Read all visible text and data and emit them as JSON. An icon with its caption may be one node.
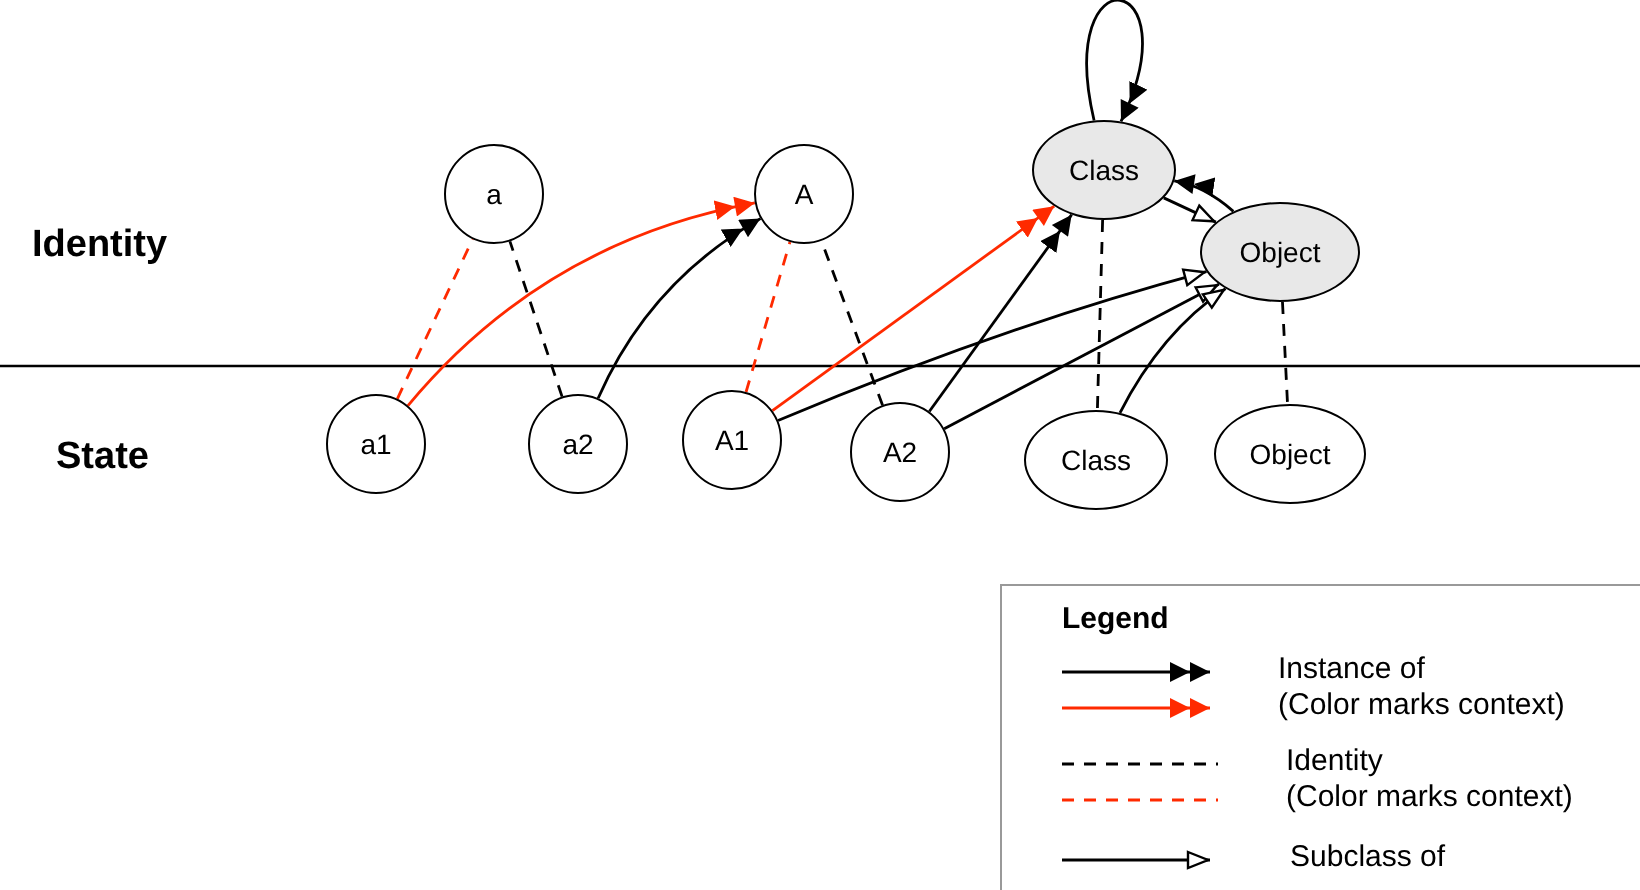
{
  "diagram": {
    "nodes": [
      {
        "text": [
          "a"
        ]
      },
      {
        "text": [
          "A"
        ]
      },
      {
        "text": [
          "Class"
        ]
      },
      {
        "text": [
          "Object"
        ]
      },
      {
        "text": [
          "a1"
        ]
      },
      {
        "text": [
          "a2"
        ]
      },
      {
        "text": [
          "A1"
        ]
      },
      {
        "text": [
          "A2"
        ]
      },
      {
        "text": [
          "Class"
        ]
      },
      {
        "text": [
          "Object"
        ]
      }
    ],
    "edges": [
      {
        "from": 4,
        "to": 0,
        "arrow": "none",
        "style": "dashed",
        "color": "#ff2a00"
      },
      {
        "from": 5,
        "to": 0,
        "arrow": "none",
        "style": "dashed"
      },
      {
        "from": 4,
        "to": 1,
        "arrow": "to",
        "color": "#ff2a00"
      },
      {
        "from": 5,
        "to": 1,
        "arrow": "to"
      },
      {
        "from": 6,
        "to": 1,
        "arrow": "none",
        "style": "dashed",
        "color": "#ff2a00"
      },
      {
        "from": 7,
        "to": 1,
        "arrow": "none",
        "style": "dashed"
      },
      {
        "from": 6,
        "to": 2,
        "arrow": "to",
        "color": "#ff2a00"
      },
      {
        "from": 6,
        "to": 3,
        "arrow": "to"
      },
      {
        "from": 7,
        "to": 2,
        "arrow": "to"
      },
      {
        "from": 7,
        "to": 3,
        "arrow": "to"
      },
      {
        "from": 8,
        "to": 3,
        "arrow": "to"
      },
      {
        "from": 2,
        "to": 2,
        "arrow": "to"
      },
      {
        "from": 3,
        "to": 2,
        "arrow": "to"
      },
      {
        "from": 2,
        "to": 3,
        "arrow": "to"
      },
      {
        "from": 2,
        "to": 8,
        "arrow": "none",
        "style": "dashed"
      },
      {
        "from": 3,
        "to": 9,
        "arrow": "none",
        "style": "dashed"
      }
    ],
    "labels": [
      "Identity",
      "State",
      "Legend"
    ],
    "legend": [
      {
        "text": "Instance of"
      },
      {
        "text": "(Color marks context)"
      },
      {
        "text": "Identity"
      },
      {
        "text": "(Color marks context)"
      },
      {
        "text": "Subclass of"
      }
    ]
  }
}
